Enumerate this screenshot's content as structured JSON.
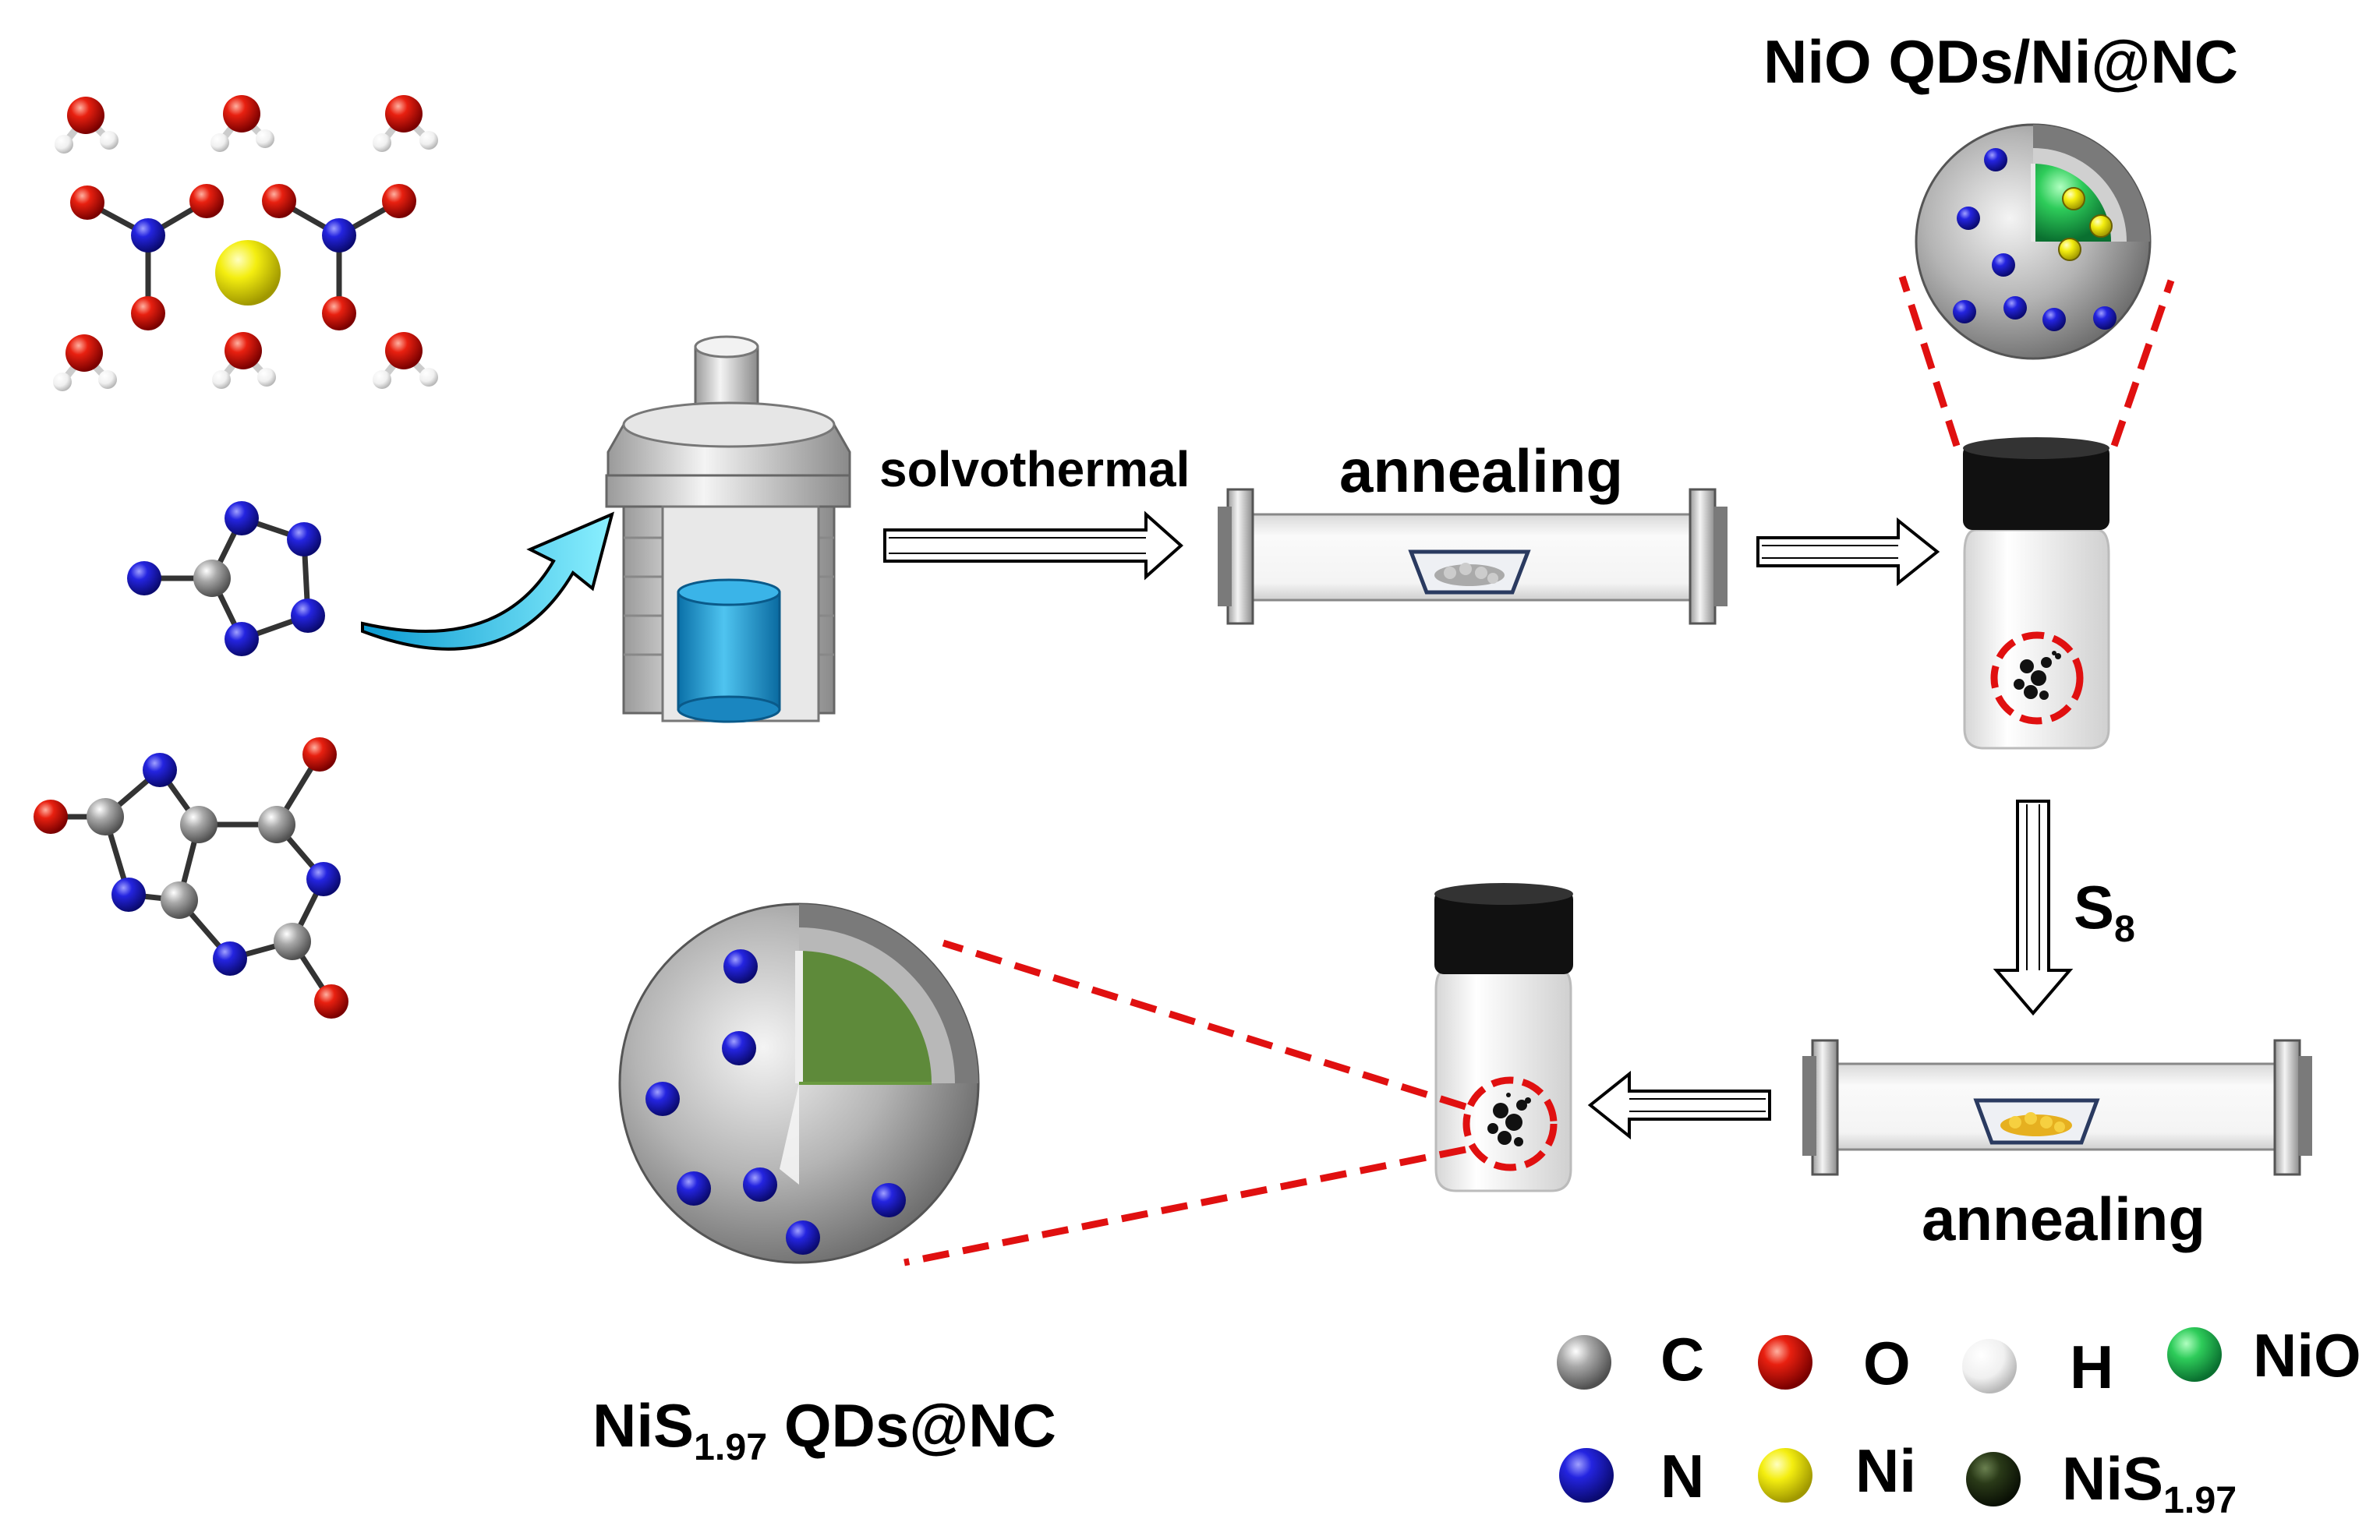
{
  "labels": {
    "title_top": "NiO QDs/Ni@NC",
    "solvothermal": "solvothermal",
    "annealing_1": "annealing",
    "annealing_2": "annealing",
    "s8_main": "S",
    "s8_sub": "8",
    "product_main": "NiS",
    "product_sub": "1.97",
    "product_suffix": " QDs@NC"
  },
  "legend": [
    {
      "symbol": "C",
      "color": "#9a9a9a"
    },
    {
      "symbol": "O",
      "color": "#e01010"
    },
    {
      "symbol": "H",
      "color": "#f2f2f2"
    },
    {
      "symbol": "NiO",
      "color": "#2ecc5a"
    },
    {
      "symbol": "N",
      "color": "#2020d0"
    },
    {
      "symbol": "Ni",
      "color": "#f2ea10"
    },
    {
      "symbol": "NiS",
      "sub": "1.97",
      "color": "#2a3a18"
    }
  ]
}
